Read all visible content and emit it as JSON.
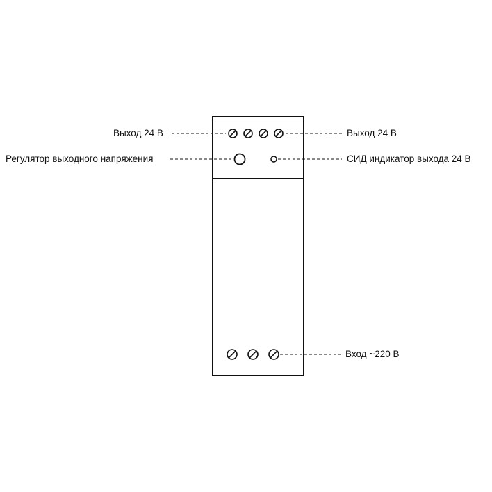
{
  "labels": {
    "output_left": "Выход 24 В",
    "output_right": "Выход 24 В",
    "voltage_regulator": "Регулятор выходного напряжения",
    "led_indicator": "СИД индикатор выхода 24 В",
    "input": "Вход ~220 В"
  },
  "components": {
    "output_terminal_count": 4,
    "input_terminal_count": 3
  },
  "colors": {
    "line": "#111111",
    "background": "#ffffff"
  }
}
